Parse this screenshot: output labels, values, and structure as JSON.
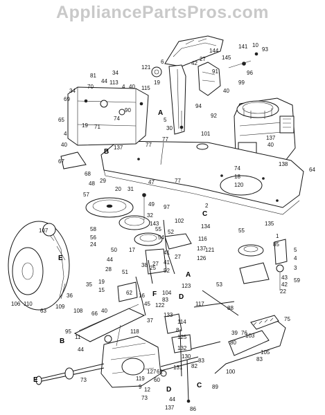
{
  "watermark": {
    "text": "AppliancePartsPros.com"
  },
  "callouts": [
    {
      "id": "A1",
      "text": "A"
    },
    {
      "id": "A2",
      "text": "A"
    },
    {
      "id": "B1",
      "text": "B"
    },
    {
      "id": "B2",
      "text": "B"
    },
    {
      "id": "C1",
      "text": "C"
    },
    {
      "id": "C2",
      "text": "C"
    },
    {
      "id": "D1",
      "text": "D"
    },
    {
      "id": "D2",
      "text": "D"
    },
    {
      "id": "E1",
      "text": "E"
    },
    {
      "id": "E2",
      "text": "E"
    },
    {
      "id": "F1",
      "text": "F"
    }
  ],
  "labels": [
    {
      "id": "l6",
      "text": "6"
    },
    {
      "id": "l121a",
      "text": "121"
    },
    {
      "id": "l144",
      "text": "144"
    },
    {
      "id": "l145",
      "text": "145"
    },
    {
      "id": "l141",
      "text": "141"
    },
    {
      "id": "l10",
      "text": "10"
    },
    {
      "id": "l93",
      "text": "93"
    },
    {
      "id": "l42a",
      "text": "42"
    },
    {
      "id": "l27a",
      "text": "27"
    },
    {
      "id": "l91",
      "text": "91"
    },
    {
      "id": "l96",
      "text": "96"
    },
    {
      "id": "l99",
      "text": "99"
    },
    {
      "id": "l40a",
      "text": "40"
    },
    {
      "id": "l94",
      "text": "94"
    },
    {
      "id": "l92",
      "text": "92"
    },
    {
      "id": "l81",
      "text": "81"
    },
    {
      "id": "l34a",
      "text": "34"
    },
    {
      "id": "l70",
      "text": "70"
    },
    {
      "id": "l44a",
      "text": "44"
    },
    {
      "id": "l113",
      "text": "113"
    },
    {
      "id": "l4a",
      "text": "4"
    },
    {
      "id": "l40b",
      "text": "40"
    },
    {
      "id": "l34b",
      "text": "34"
    },
    {
      "id": "l69",
      "text": "69"
    },
    {
      "id": "l115",
      "text": "115"
    },
    {
      "id": "l19a",
      "text": "19"
    },
    {
      "id": "l90",
      "text": "90"
    },
    {
      "id": "l65",
      "text": "65"
    },
    {
      "id": "l19b",
      "text": "19"
    },
    {
      "id": "l71",
      "text": "71"
    },
    {
      "id": "l74a",
      "text": "74"
    },
    {
      "id": "l5a",
      "text": "5"
    },
    {
      "id": "l30",
      "text": "30"
    },
    {
      "id": "l4b",
      "text": "4"
    },
    {
      "id": "l40c",
      "text": "40"
    },
    {
      "id": "l77a",
      "text": "77"
    },
    {
      "id": "l77b",
      "text": "77"
    },
    {
      "id": "l137a",
      "text": "137"
    },
    {
      "id": "l67",
      "text": "67"
    },
    {
      "id": "l68",
      "text": "68"
    },
    {
      "id": "l101",
      "text": "101"
    },
    {
      "id": "l137b",
      "text": "137"
    },
    {
      "id": "l40d",
      "text": "40"
    },
    {
      "id": "l138",
      "text": "138"
    },
    {
      "id": "l64",
      "text": "64"
    },
    {
      "id": "l74b",
      "text": "74"
    },
    {
      "id": "l18",
      "text": "18"
    },
    {
      "id": "l120",
      "text": "120"
    },
    {
      "id": "l77c",
      "text": "77"
    },
    {
      "id": "l48",
      "text": "48"
    },
    {
      "id": "l29",
      "text": "29"
    },
    {
      "id": "l20",
      "text": "20"
    },
    {
      "id": "l31",
      "text": "31"
    },
    {
      "id": "l47",
      "text": "47"
    },
    {
      "id": "l57",
      "text": "57"
    },
    {
      "id": "l49",
      "text": "49"
    },
    {
      "id": "l32",
      "text": "32"
    },
    {
      "id": "l97",
      "text": "97"
    },
    {
      "id": "l2",
      "text": "2"
    },
    {
      "id": "l134",
      "text": "134"
    },
    {
      "id": "l107",
      "text": "107"
    },
    {
      "id": "l58",
      "text": "58"
    },
    {
      "id": "l143",
      "text": "143"
    },
    {
      "id": "l55a",
      "text": "55"
    },
    {
      "id": "l102",
      "text": "102"
    },
    {
      "id": "l135",
      "text": "135"
    },
    {
      "id": "l56",
      "text": "56"
    },
    {
      "id": "l54",
      "text": "54"
    },
    {
      "id": "l24",
      "text": "24"
    },
    {
      "id": "l52a",
      "text": "52"
    },
    {
      "id": "l116",
      "text": "116"
    },
    {
      "id": "l55b",
      "text": "55"
    },
    {
      "id": "l1",
      "text": "1"
    },
    {
      "id": "l85",
      "text": "85"
    },
    {
      "id": "l50",
      "text": "50"
    },
    {
      "id": "l17",
      "text": "17"
    },
    {
      "id": "l41a",
      "text": "41"
    },
    {
      "id": "l137c",
      "text": "137"
    },
    {
      "id": "l121b",
      "text": "121"
    },
    {
      "id": "l27b",
      "text": "27"
    },
    {
      "id": "l44b",
      "text": "44"
    },
    {
      "id": "l38",
      "text": "38"
    },
    {
      "id": "l41b",
      "text": "41"
    },
    {
      "id": "l28",
      "text": "28"
    },
    {
      "id": "l25a",
      "text": "25"
    },
    {
      "id": "l126",
      "text": "126"
    },
    {
      "id": "l5b",
      "text": "5"
    },
    {
      "id": "l4c",
      "text": "4"
    },
    {
      "id": "l3",
      "text": "3"
    },
    {
      "id": "l27c",
      "text": "27"
    },
    {
      "id": "l52b",
      "text": "52"
    },
    {
      "id": "l51",
      "text": "51"
    },
    {
      "id": "l123",
      "text": "123"
    },
    {
      "id": "l53",
      "text": "53"
    },
    {
      "id": "l43",
      "text": "43"
    },
    {
      "id": "l42b",
      "text": "42"
    },
    {
      "id": "l59",
      "text": "59"
    },
    {
      "id": "l22",
      "text": "22"
    },
    {
      "id": "l19c",
      "text": "19"
    },
    {
      "id": "l15",
      "text": "15"
    },
    {
      "id": "l62",
      "text": "62"
    },
    {
      "id": "l35",
      "text": "35"
    },
    {
      "id": "l104",
      "text": "104"
    },
    {
      "id": "l83a",
      "text": "83"
    },
    {
      "id": "l122",
      "text": "122"
    },
    {
      "id": "l16",
      "text": "16"
    },
    {
      "id": "l45",
      "text": "45"
    },
    {
      "id": "l117",
      "text": "117"
    },
    {
      "id": "l88",
      "text": "88"
    },
    {
      "id": "l106",
      "text": "106"
    },
    {
      "id": "l110",
      "text": "110"
    },
    {
      "id": "l63",
      "text": "63"
    },
    {
      "id": "l109",
      "text": "109"
    },
    {
      "id": "l36",
      "text": "36"
    },
    {
      "id": "l108",
      "text": "108"
    },
    {
      "id": "l66",
      "text": "66"
    },
    {
      "id": "l40e",
      "text": "40"
    },
    {
      "id": "l37",
      "text": "37"
    },
    {
      "id": "l133",
      "text": "133"
    },
    {
      "id": "l114",
      "text": "114"
    },
    {
      "id": "l8",
      "text": "8"
    },
    {
      "id": "l125",
      "text": "125"
    },
    {
      "id": "l76",
      "text": "76"
    },
    {
      "id": "l75",
      "text": "75"
    },
    {
      "id": "l95",
      "text": "95"
    },
    {
      "id": "l11",
      "text": "11"
    },
    {
      "id": "l118",
      "text": "118"
    },
    {
      "id": "l132",
      "text": "132"
    },
    {
      "id": "l130",
      "text": "130"
    },
    {
      "id": "l39",
      "text": "39"
    },
    {
      "id": "l103",
      "text": "103"
    },
    {
      "id": "l80",
      "text": "80"
    },
    {
      "id": "l105",
      "text": "105"
    },
    {
      "id": "l83b",
      "text": "83"
    },
    {
      "id": "l44c",
      "text": "44"
    },
    {
      "id": "l131",
      "text": "131"
    },
    {
      "id": "l83c",
      "text": "83"
    },
    {
      "id": "l127",
      "text": "127"
    },
    {
      "id": "l119",
      "text": "119"
    },
    {
      "id": "l9",
      "text": "9"
    },
    {
      "id": "l61",
      "text": "61"
    },
    {
      "id": "l60",
      "text": "60"
    },
    {
      "id": "l100",
      "text": "100"
    },
    {
      "id": "l73a",
      "text": "73"
    },
    {
      "id": "l12",
      "text": "12"
    },
    {
      "id": "l73b",
      "text": "73"
    },
    {
      "id": "l82",
      "text": "82"
    },
    {
      "id": "l89",
      "text": "89"
    },
    {
      "id": "l44d",
      "text": "44"
    },
    {
      "id": "l137d",
      "text": "137"
    },
    {
      "id": "l86",
      "text": "86"
    }
  ]
}
